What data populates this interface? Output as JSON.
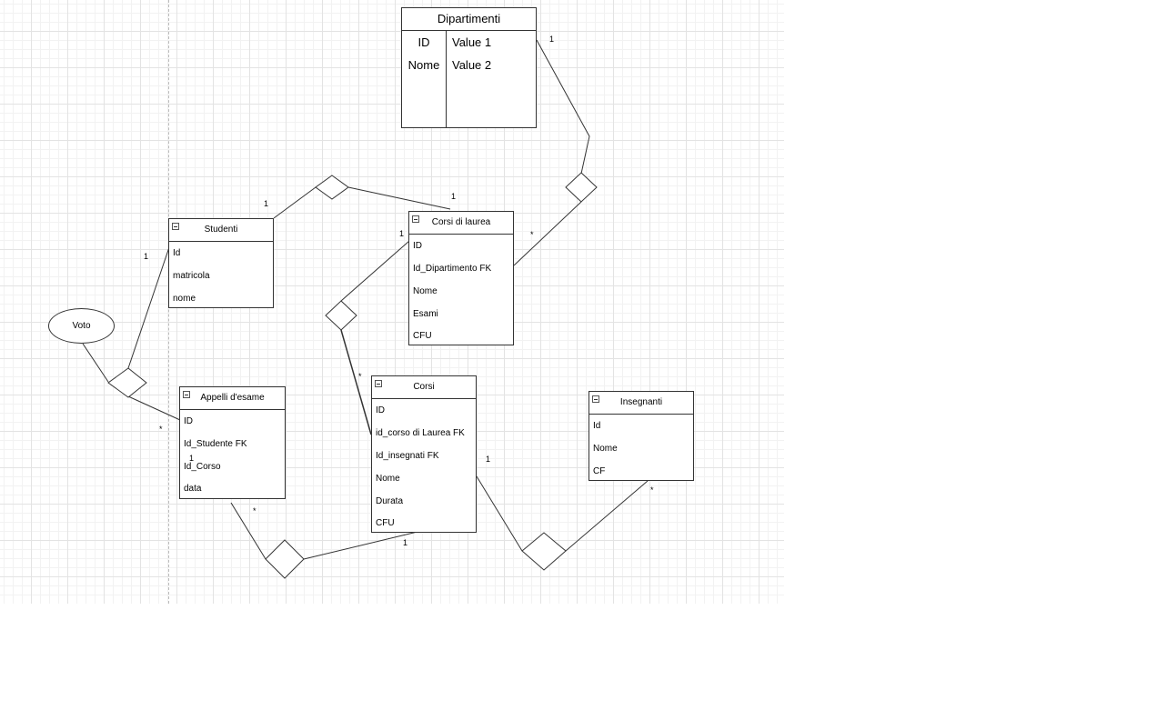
{
  "entities": {
    "dipartimenti": {
      "title": "Dipartimenti",
      "keys": [
        "ID",
        "Nome"
      ],
      "values": [
        "Value 1",
        "Value 2"
      ]
    },
    "studenti": {
      "title": "Studenti",
      "fields": [
        "Id",
        "matricola",
        "nome"
      ]
    },
    "corsi_laurea": {
      "title": "Corsi di laurea",
      "fields": [
        "ID",
        "Id_Dipartimento FK",
        "Nome",
        "Esami",
        "CFU"
      ]
    },
    "appelli": {
      "title": "Appelli d'esame",
      "fields": [
        "ID",
        "Id_Studente FK",
        "Id_Corso",
        "data"
      ]
    },
    "corsi": {
      "title": "Corsi",
      "fields": [
        "ID",
        "id_corso di Laurea FK",
        "Id_insegnati FK",
        "Nome",
        "Durata",
        "CFU"
      ]
    },
    "insegnanti": {
      "title": "Insegnanti",
      "fields": [
        "Id",
        "Nome",
        "CF"
      ]
    }
  },
  "attributes": {
    "voto": "Voto"
  },
  "cardinalities": {
    "dip_one": "1",
    "stud_top": "1",
    "cdl_top": "1",
    "stud_left": "1",
    "cdl_left": "1",
    "cdl_right": "*",
    "corsi_left": "*",
    "appelli_left": "*",
    "appelli_inner": "1",
    "corsi_right": "1",
    "insegnanti_bottom": "*",
    "appelli_bottom": "*",
    "corsi_bottom": "1"
  }
}
